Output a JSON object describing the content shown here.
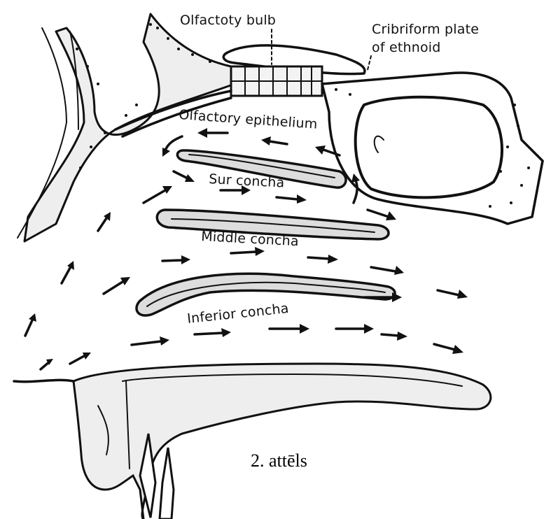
{
  "labels": {
    "olfactory_bulb": "Olfactoty bulb",
    "cribriform_line1": "Cribriform plate",
    "cribriform_line2": "of ethnoid",
    "olfactory_epithelium": "Olfactory epithelium",
    "sup_concha": "Sur concha",
    "middle_concha": "Middle concha",
    "inferior_concha": "Inferior concha"
  },
  "caption": "2. attēls"
}
